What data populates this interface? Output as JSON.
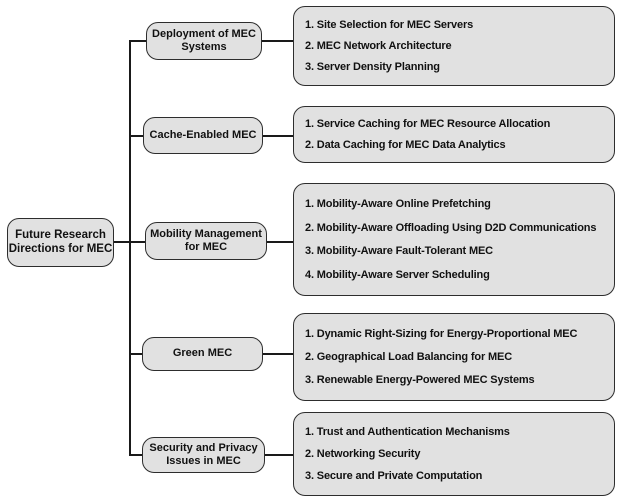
{
  "figure_title": "Future Research Directions for MEC taxonomy diagram",
  "root": {
    "label": "Future Research\nDirections for MEC"
  },
  "branches": [
    {
      "label": "Deployment of MEC\nSystems",
      "items": [
        "1. Site Selection for MEC Servers",
        "2. MEC Network Architecture",
        "3. Server Density Planning"
      ]
    },
    {
      "label": "Cache-Enabled MEC",
      "items": [
        "1. Service Caching for MEC Resource Allocation",
        "2. Data Caching for MEC Data Analytics"
      ]
    },
    {
      "label": "Mobility Management\nfor MEC",
      "items": [
        "1. Mobility-Aware Online Prefetching",
        "2. Mobility-Aware Offloading Using D2D Communications",
        "3. Mobility-Aware Fault-Tolerant MEC",
        "4. Mobility-Aware Server Scheduling"
      ]
    },
    {
      "label": "Green MEC",
      "items": [
        "1. Dynamic Right-Sizing for Energy-Proportional MEC",
        "2. Geographical Load Balancing for MEC",
        "3. Renewable Energy-Powered MEC Systems"
      ]
    },
    {
      "label": "Security and Privacy\nIssues in MEC",
      "items": [
        "1. Trust and Authentication Mechanisms",
        "2. Networking Security",
        "3. Secure and Private Computation"
      ]
    }
  ],
  "colors": {
    "background": "#ffffff",
    "box_fill": "#e1e1e1",
    "box_border": "#2d2d2d",
    "line": "#1a1a1a",
    "text": "#111111"
  }
}
